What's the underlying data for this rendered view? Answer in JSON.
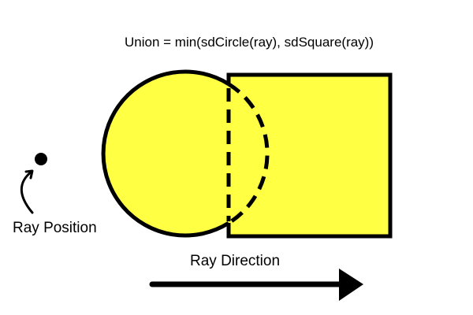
{
  "formula": "Union = min(sdCircle(ray), sdSquare(ray))",
  "ray_position_label": "Ray Position",
  "ray_direction_label": "Ray Direction",
  "colors": {
    "shape_fill": "#ffff44",
    "outline": "#000000",
    "background": "#ffffff"
  }
}
